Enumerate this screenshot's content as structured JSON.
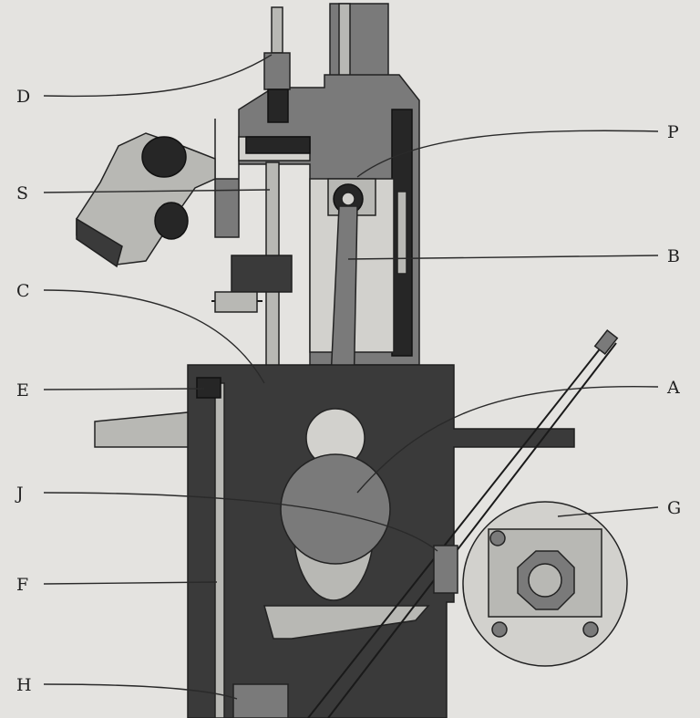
{
  "labels": {
    "D": "D",
    "S": "S",
    "C": "C",
    "E": "E",
    "J": "J",
    "F": "F",
    "H": "H",
    "P": "P",
    "B": "B",
    "A": "A",
    "G": "G"
  }
}
